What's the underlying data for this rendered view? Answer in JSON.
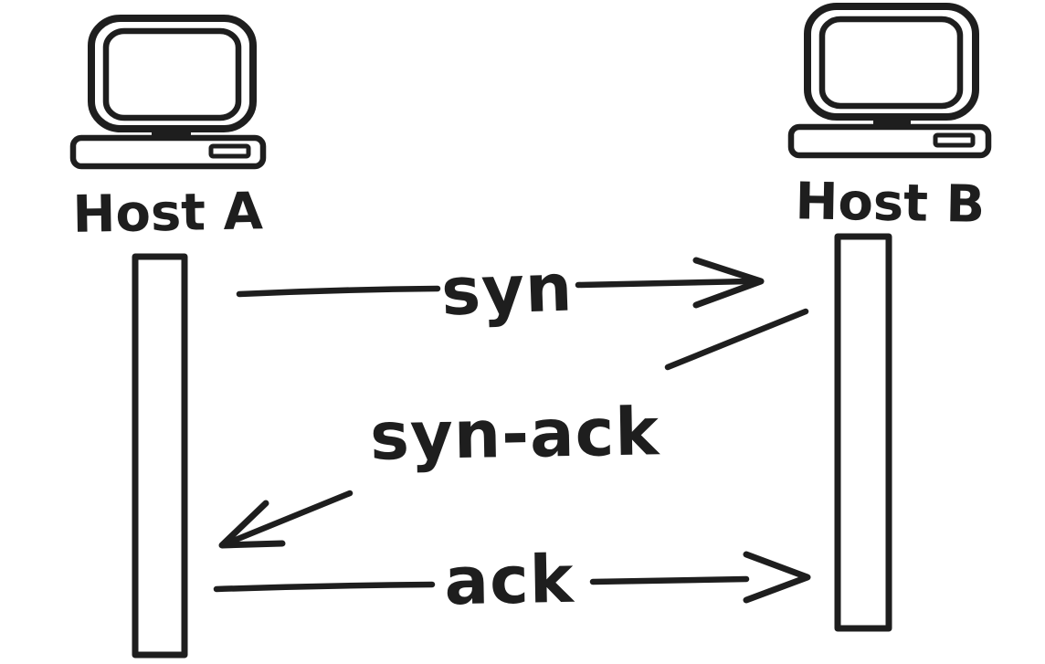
{
  "diagram": {
    "type": "sequence-diagram",
    "subject": "TCP three-way handshake",
    "style": "hand-drawn",
    "colors": {
      "ink": "#1e1e1e",
      "background": "#ffffff"
    },
    "actors": [
      {
        "id": "host-a",
        "label": "Host A",
        "icon": "desktop-computer-icon",
        "side": "left"
      },
      {
        "id": "host-b",
        "label": "Host B",
        "icon": "desktop-computer-icon",
        "side": "right"
      }
    ],
    "lifelines": [
      {
        "actor": "host-a",
        "shape": "vertical-rectangle"
      },
      {
        "actor": "host-b",
        "shape": "vertical-rectangle"
      }
    ],
    "messages": [
      {
        "order": 1,
        "label": "syn",
        "from": "host-a",
        "to": "host-b",
        "direction": "left-to-right",
        "line": "horizontal"
      },
      {
        "order": 2,
        "label": "syn-ack",
        "from": "host-b",
        "to": "host-a",
        "direction": "right-to-left",
        "line": "diagonal-down"
      },
      {
        "order": 3,
        "label": "ack",
        "from": "host-a",
        "to": "host-b",
        "direction": "left-to-right",
        "line": "horizontal"
      }
    ]
  }
}
